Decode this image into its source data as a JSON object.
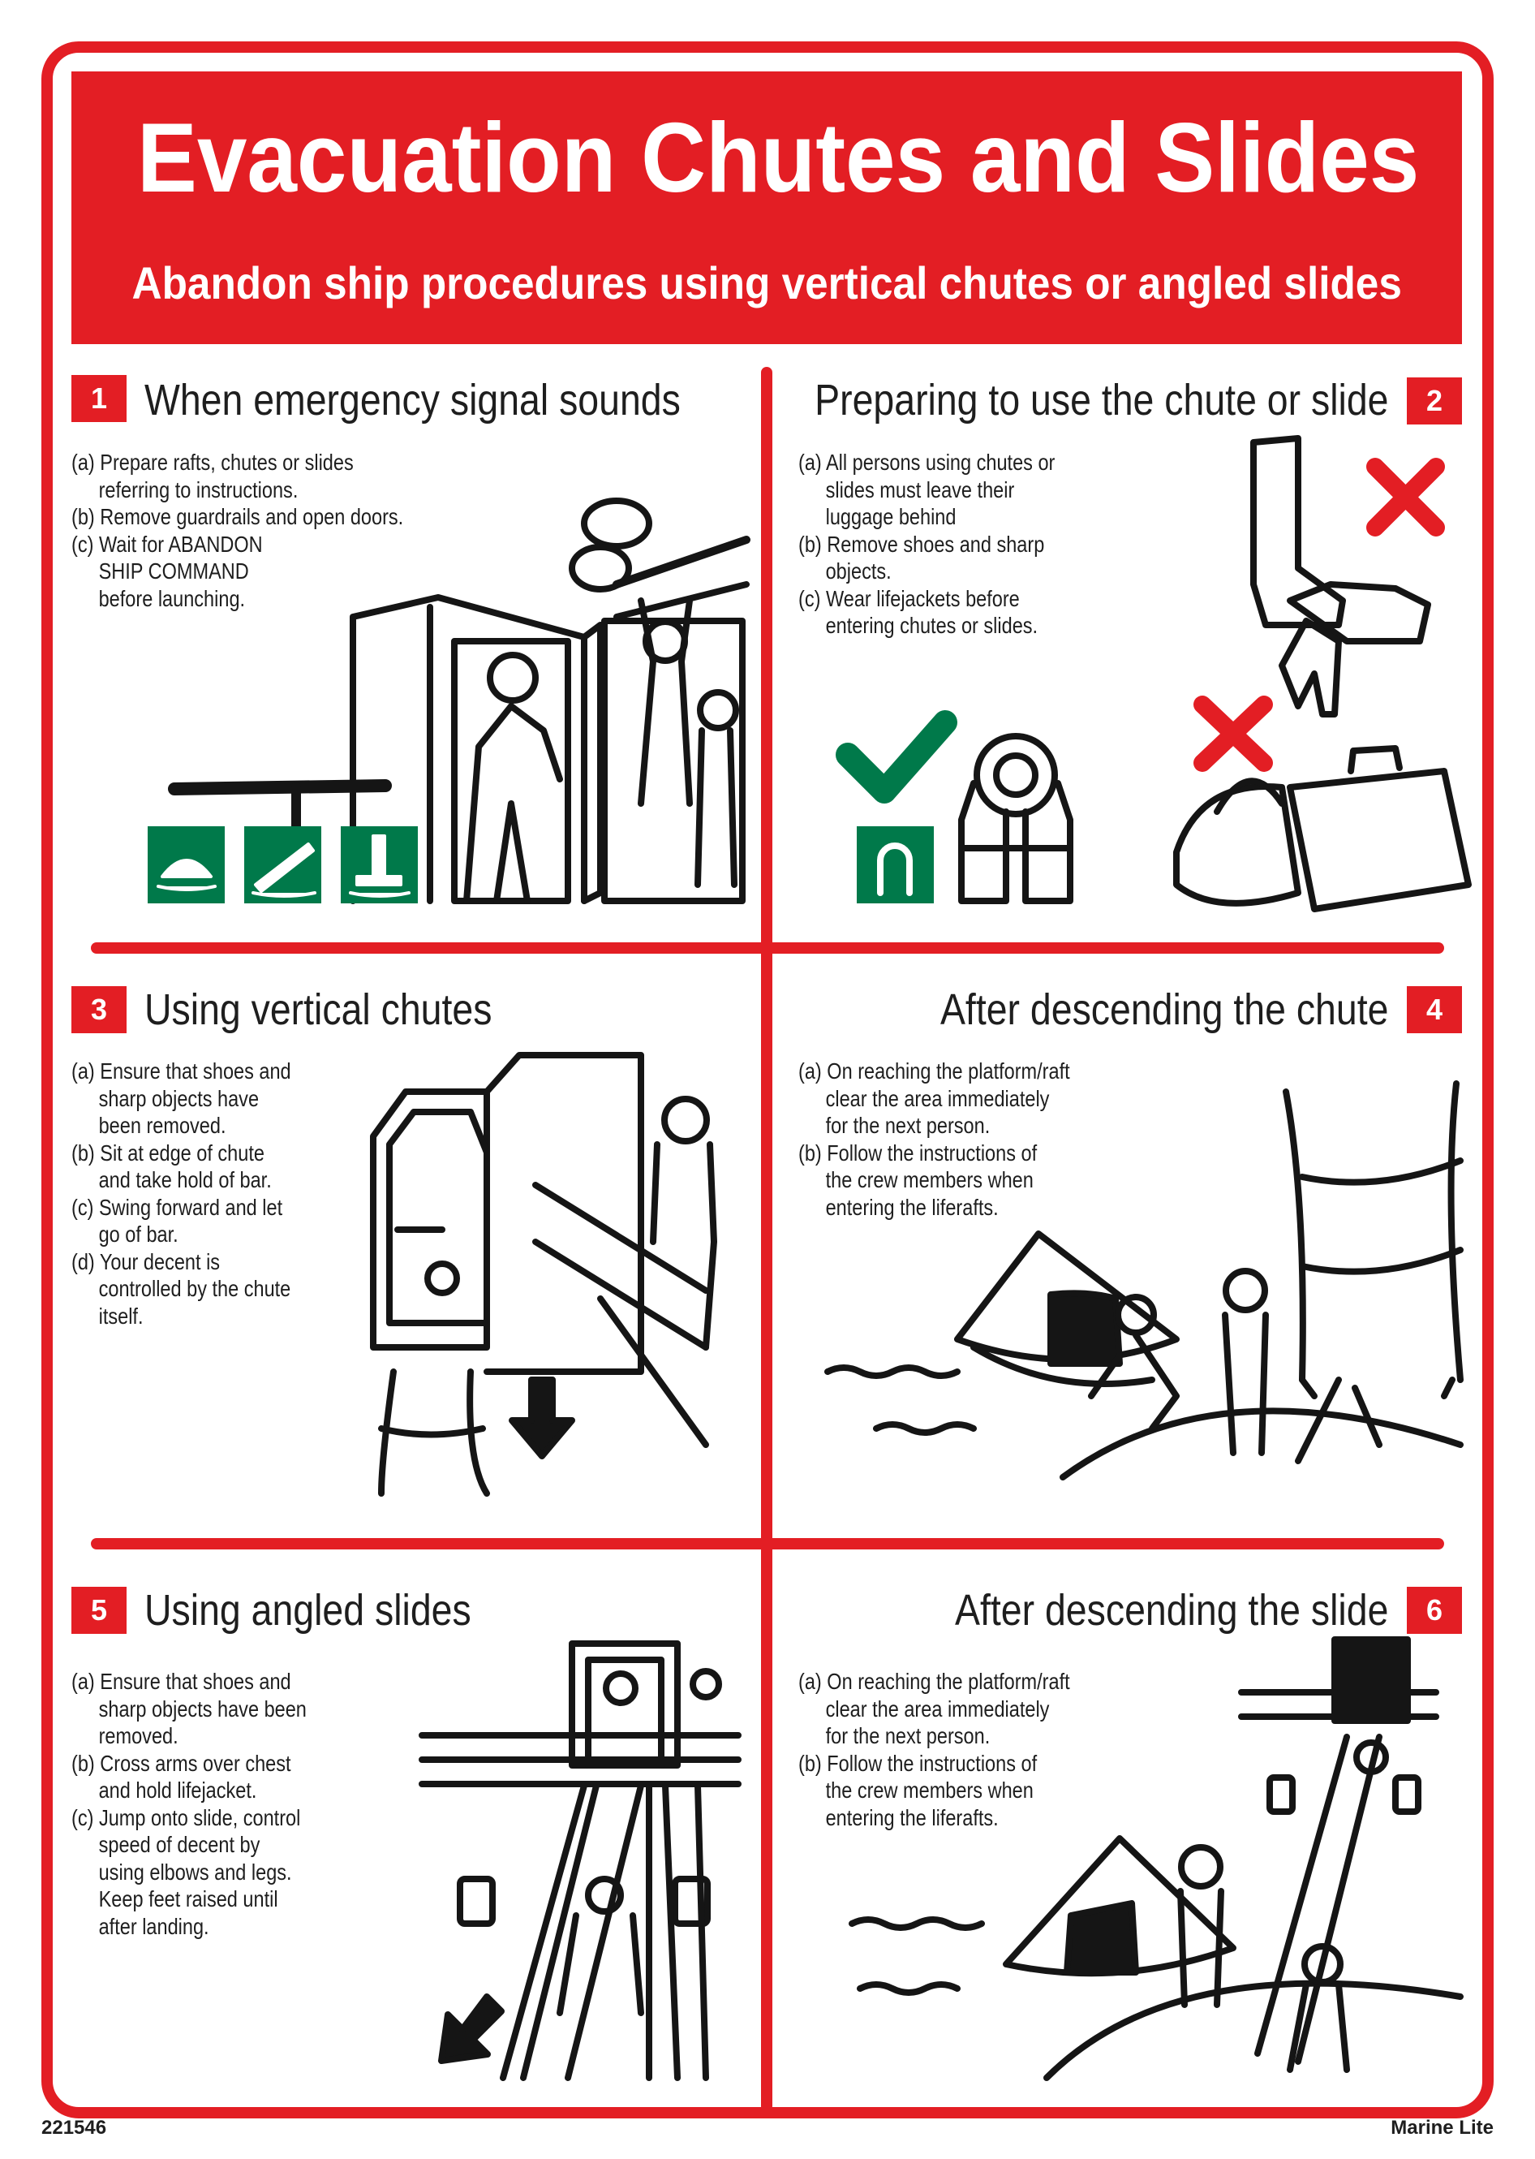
{
  "header": {
    "title": "Evacuation Chutes and Slides",
    "subtitle": "Abandon ship procedures using vertical chutes or angled slides"
  },
  "colors": {
    "brand_red": "#e31e24",
    "safety_green": "#00794a"
  },
  "panels": [
    {
      "number": "1",
      "heading": "When emergency signal sounds",
      "items": [
        "(a) Prepare rafts, chutes or slides referring to instructions.",
        "(b) Remove guardrails and open doors.",
        "(c) Wait for ABANDON SHIP COMMAND before launching."
      ],
      "icons": [
        "liferaft-sign-icon",
        "launching-sign-icon",
        "evacuation-slide-sign-icon"
      ]
    },
    {
      "number": "2",
      "heading": "Preparing to use the chute or slide",
      "items": [
        "(a) All persons using chutes or slides must leave their luggage behind",
        "(b) Remove shoes and sharp objects.",
        "(c) Wear lifejackets before entering chutes or slides."
      ],
      "icons": [
        "checkmark-icon",
        "lifejacket-sign-icon",
        "lifejacket-icon",
        "shoes-icon",
        "cross-icon",
        "luggage-icon"
      ]
    },
    {
      "number": "3",
      "heading": "Using vertical chutes",
      "items": [
        "(a) Ensure that shoes and sharp objects have been removed.",
        "(b) Sit at edge of chute and take hold of bar.",
        "(c) Swing forward and let go of bar.",
        "(d) Your decent is controlled by the chute itself."
      ]
    },
    {
      "number": "4",
      "heading": "After descending the chute",
      "items": [
        "(a) On reaching the platform/raft clear the area immediately for the next person.",
        "(b) Follow the instructions of the crew members when entering the liferafts."
      ]
    },
    {
      "number": "5",
      "heading": "Using angled slides",
      "items": [
        "(a) Ensure that shoes and sharp objects have been removed.",
        "(b) Cross arms over chest and hold lifejacket.",
        "(c) Jump onto slide, control speed of decent by using elbows and legs. Keep feet raised until after landing."
      ]
    },
    {
      "number": "6",
      "heading": "After descending the slide",
      "items": [
        "(a) On reaching the platform/raft clear the area immediately for the next person.",
        "(b) Follow the instructions of the crew members when entering the liferafts."
      ]
    }
  ],
  "footer": {
    "code": "221546",
    "brand": "Marine Lite"
  }
}
